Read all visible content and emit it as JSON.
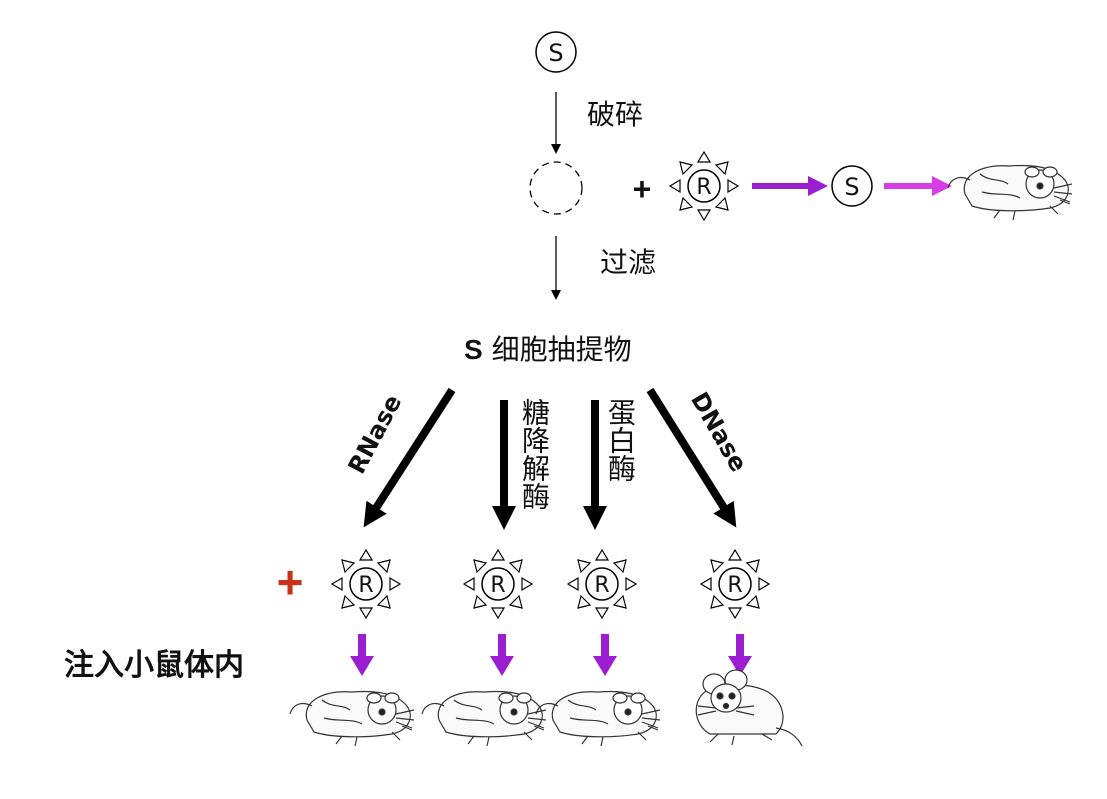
{
  "labels": {
    "top_strain": "S",
    "step_crush": "破碎",
    "step_filter": "过滤",
    "plus_top": "+",
    "cell_r_label": "R",
    "result_s": "S",
    "extract_strain": "S",
    "extract_text": "细胞抽提物",
    "enzyme_rnase": "RNase",
    "enzyme_glycosidase": "糖降解酶",
    "enzyme_protease": "蛋白酶",
    "enzyme_dnase": "DNase",
    "plus_bottom": "+",
    "inject": "注入小鼠体内"
  },
  "colors": {
    "arrow_black": "#000000",
    "arrow_purple": "#9b1fd1",
    "arrow_magenta": "#d63ee6",
    "plus_red": "#c8311a"
  },
  "outcomes": {
    "top": "dead",
    "rnase": "dead",
    "glycosidase": "dead",
    "protease": "dead",
    "dnase": "alive"
  }
}
